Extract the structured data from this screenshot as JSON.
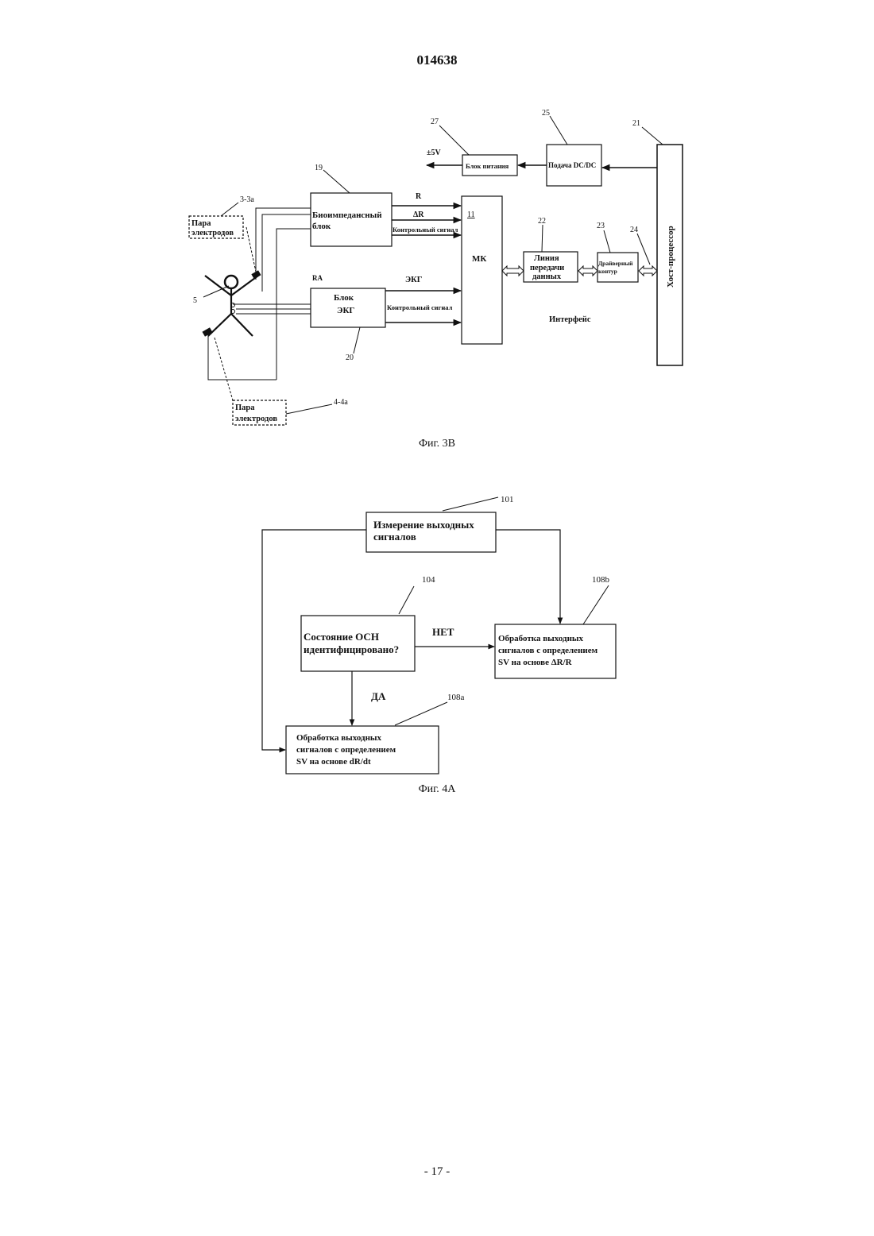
{
  "header": {
    "doc_number": "014638"
  },
  "footer": {
    "page_number": "- 17 -"
  },
  "fig3b": {
    "caption": "Фиг. 3В",
    "refs": {
      "r27": "27",
      "r25": "25",
      "r21": "21",
      "r19": "19",
      "r3": "3-3a",
      "r11": "11",
      "r22": "22",
      "r23": "23",
      "r24": "24",
      "r5": "5",
      "r20": "20",
      "r4": "4-4a"
    },
    "labels": {
      "plus5v": "±5V",
      "power_block": "Блок питания",
      "dcdc": "Подача DC/DC",
      "host_processor": "Хост-процессор",
      "electrodes_top_1": "Пара",
      "electrodes_top_2": "электродов",
      "electrodes_bottom_1": "Пара",
      "electrodes_bottom_2": "электродов",
      "bioimp_1": "Биоимпедансный",
      "bioimp_2": "блок",
      "sig_r": "R",
      "sig_dr": "ΔR",
      "control_signal_1": "Контрольный сигнал",
      "ra": "RA",
      "ecg_signal": "ЭКГ",
      "ecg_block_1": "Блок",
      "ecg_block_2": "ЭКГ",
      "control_signal_2": "Контрольный сигнал",
      "mk": "МК",
      "data_line_1": "Линия",
      "data_line_2": "передачи",
      "data_line_3": "данных",
      "driver_1": "Драйверный",
      "driver_2": "контур",
      "interface": "Интерфейс"
    }
  },
  "fig4a": {
    "caption": "Фиг. 4А",
    "refs": {
      "r101": "101",
      "r104": "104",
      "r108b": "108b",
      "r108a": "108a"
    },
    "labels": {
      "measure_1": "Измерение выходных",
      "measure_2": "сигналов",
      "state_1": "Состояние ОСН",
      "state_2": "идентифицировано?",
      "no": "НЕТ",
      "yes": "ДА",
      "proc_b_1": "Обработка выходных",
      "proc_b_2": "сигналов с определением",
      "proc_b_3": "SV на основе ΔR/R",
      "proc_a_1": "Обработка выходных",
      "proc_a_2": "сигналов с определением",
      "proc_a_3": "SV на основе dR/dt"
    }
  }
}
